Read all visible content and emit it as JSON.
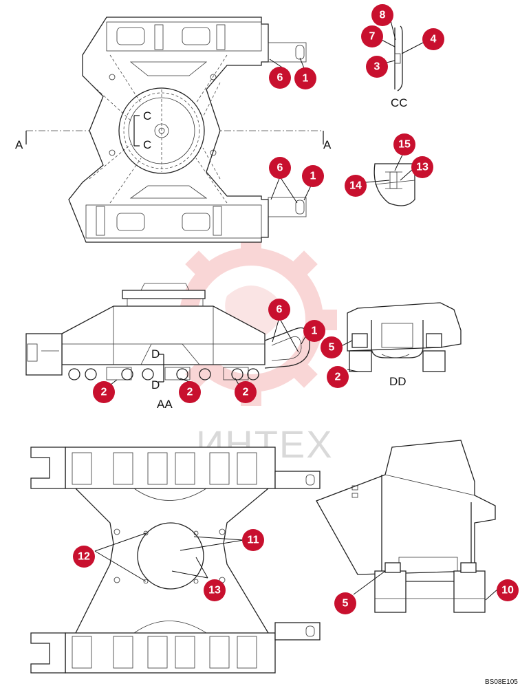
{
  "section_labels": {
    "a_left": "A",
    "a_right": "A",
    "c_upper": "C",
    "c_lower": "C",
    "cc": "CC",
    "d_upper": "D",
    "d_lower": "D",
    "aa": "AA",
    "dd": "DD"
  },
  "callouts": {
    "top_6a": "6",
    "top_1a": "1",
    "top_6b": "6",
    "top_1b": "1",
    "cc_8": "8",
    "cc_7": "7",
    "cc_4": "4",
    "cc_3": "3",
    "det_15": "15",
    "det_13": "13",
    "det_14": "14",
    "side_6": "6",
    "side_1": "1",
    "side_5": "5",
    "side_2a": "2",
    "side_2b": "2",
    "side_2c": "2",
    "dd_2": "2",
    "bot_12": "12",
    "bot_11": "11",
    "bot_13": "13",
    "persp_5": "5",
    "persp_10": "10"
  },
  "watermark": {
    "text": "ИНТЕХ"
  },
  "figure_ref": "BS08E105",
  "colors": {
    "callout": "#c8102e",
    "watermark": "#f4b8b8",
    "line": "#222222"
  }
}
